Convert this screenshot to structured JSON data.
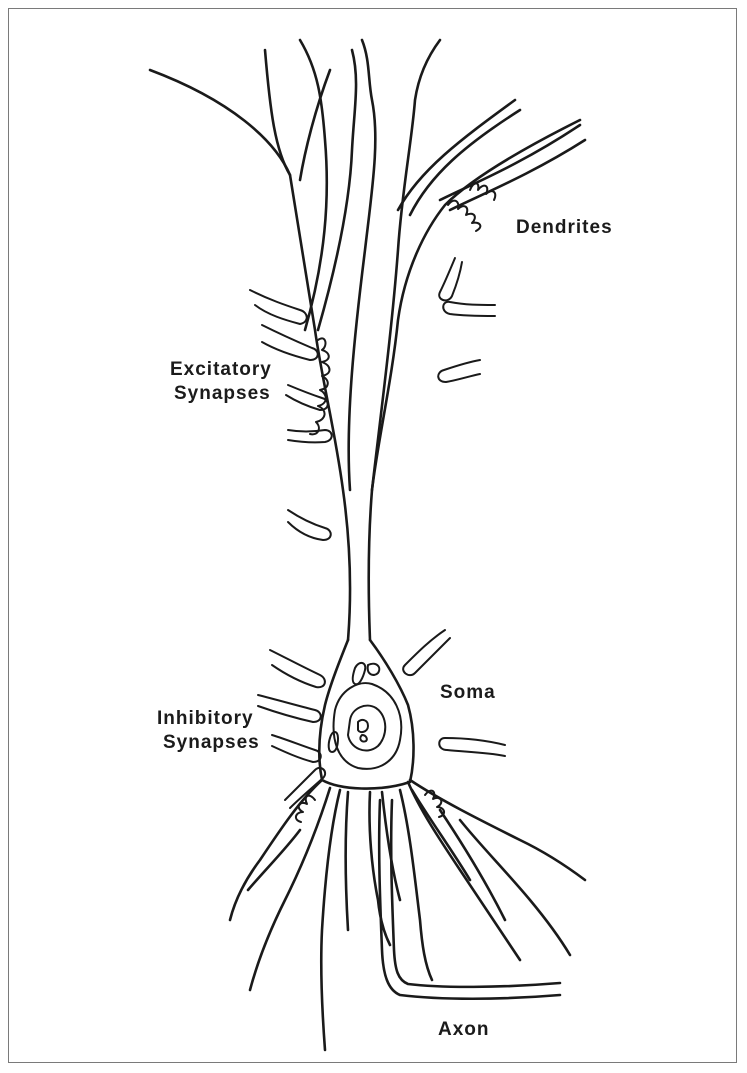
{
  "diagram": {
    "labels": {
      "dendrites": "Dendrites",
      "excitatory_line1": "Excitatory",
      "excitatory_line2": "Synapses",
      "soma": "Soma",
      "inhibitory_line1": "Inhibitory",
      "inhibitory_line2": "Synapses",
      "axon": "Axon"
    }
  }
}
